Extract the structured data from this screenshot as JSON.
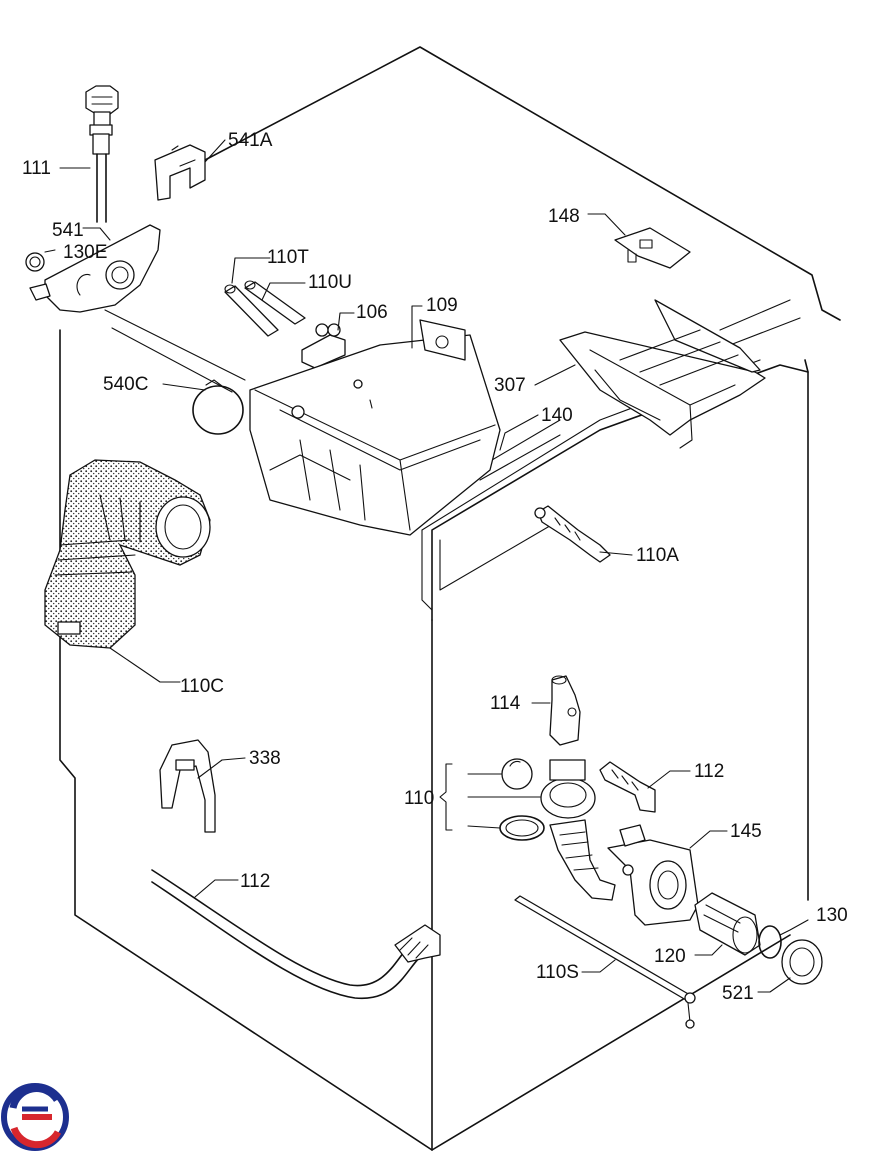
{
  "diagram": {
    "labels": {
      "p111": "111",
      "p541a": "541A",
      "p541": "541",
      "p130e": "130E",
      "p148": "148",
      "p110t": "110T",
      "p110u": "110U",
      "p106": "106",
      "p109": "109",
      "p307": "307",
      "p540c": "540C",
      "p140": "140",
      "p110a": "110A",
      "p110c": "110C",
      "p114": "114",
      "p338": "338",
      "p112_top": "112",
      "p110": "110",
      "p145": "145",
      "p112_bottom": "112",
      "p130": "130",
      "p120": "120",
      "p110s": "110S",
      "p521": "521"
    },
    "colors": {
      "line": "#111111",
      "logo_blue": "#1d2f8f",
      "logo_red": "#d7262d"
    }
  }
}
